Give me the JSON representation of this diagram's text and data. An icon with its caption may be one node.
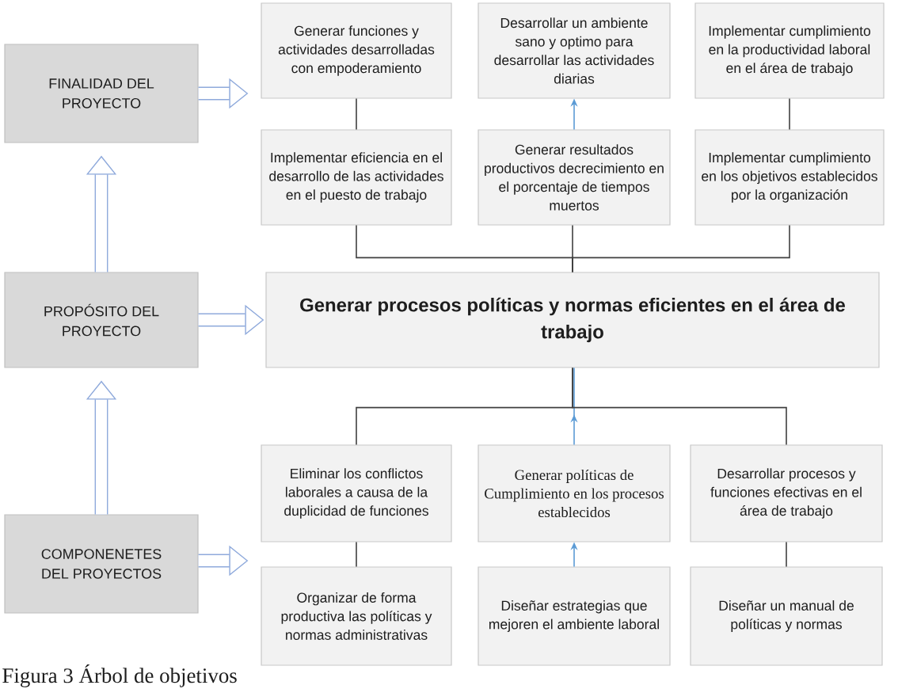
{
  "diagram": {
    "caption": "Figura 3 Árbol de objetivos",
    "nodes": [
      {
        "text": [
          "FINALIDAD DEL PROYECTO"
        ]
      },
      {
        "text": [
          "Generar funciones y actividades desarrolladas con empoderamiento"
        ]
      },
      {
        "text": [
          "Desarrollar un ambiente sano y optimo para desarrollar las actividades diarias"
        ]
      },
      {
        "text": [
          "Implementar cumplimiento en la productividad laboral en el área de trabajo"
        ]
      },
      {
        "text": [
          "Implementar eficiencia en el desarrollo de las actividades en el puesto de trabajo"
        ]
      },
      {
        "text": [
          "Generar resultados productivos decrecimiento en el porcentaje de tiempos muertos"
        ]
      },
      {
        "text": [
          "Implementar cumplimiento en los objetivos establecidos por la organización"
        ]
      },
      {
        "text": [
          "PROPÓSITO DEL PROYECTO"
        ]
      },
      {
        "text": [
          "Generar procesos políticas y normas eficientes en el área de trabajo"
        ]
      },
      {
        "text": [
          "Eliminar los conflictos laborales a causa de la duplicidad de funciones"
        ]
      },
      {
        "text": [
          "Generar políticas de Cumplimiento en los procesos establecidos"
        ]
      },
      {
        "text": [
          "Desarrollar procesos y funciones efectivas en el área de trabajo"
        ]
      },
      {
        "text": [
          "COMPONENETES DEL PROYECTOS"
        ]
      },
      {
        "text": [
          "Organizar de forma productiva las políticas y normas administrativas"
        ]
      },
      {
        "text": [
          "Diseñar estrategias que mejoren el ambiente laboral"
        ]
      },
      {
        "text": [
          "Diseñar un manual de políticas y normas"
        ]
      }
    ],
    "edges": [
      {
        "from": 0,
        "to": 1,
        "arrow": "to",
        "style": "thick",
        "color": "#8faadc"
      },
      {
        "from": 7,
        "to": 0,
        "arrow": "to",
        "style": "thick",
        "color": "#8faadc"
      },
      {
        "from": 7,
        "to": 8,
        "arrow": "to",
        "style": "thick",
        "color": "#8faadc"
      },
      {
        "from": 12,
        "to": 7,
        "arrow": "to",
        "style": "thick",
        "color": "#8faadc"
      },
      {
        "from": 12,
        "to": 13,
        "arrow": "to",
        "style": "thick",
        "color": "#8faadc"
      },
      {
        "from": 1,
        "to": 4,
        "arrow": "none"
      },
      {
        "from": 5,
        "to": 2,
        "arrow": "to",
        "color": "#5b9bd5"
      },
      {
        "from": 3,
        "to": 6,
        "arrow": "none"
      },
      {
        "from": 8,
        "to": 4,
        "arrow": "none"
      },
      {
        "from": 8,
        "to": 5,
        "arrow": "none"
      },
      {
        "from": 8,
        "to": 6,
        "arrow": "none"
      },
      {
        "from": 8,
        "to": 9,
        "arrow": "none"
      },
      {
        "from": 10,
        "to": 8,
        "arrow": "to",
        "color": "#5b9bd5"
      },
      {
        "from": 8,
        "to": 11,
        "arrow": "none"
      },
      {
        "from": 9,
        "to": 13,
        "arrow": "none"
      },
      {
        "from": 14,
        "to": 10,
        "arrow": "to",
        "color": "#5b9bd5"
      },
      {
        "from": 11,
        "to": 15,
        "arrow": "none"
      }
    ]
  }
}
